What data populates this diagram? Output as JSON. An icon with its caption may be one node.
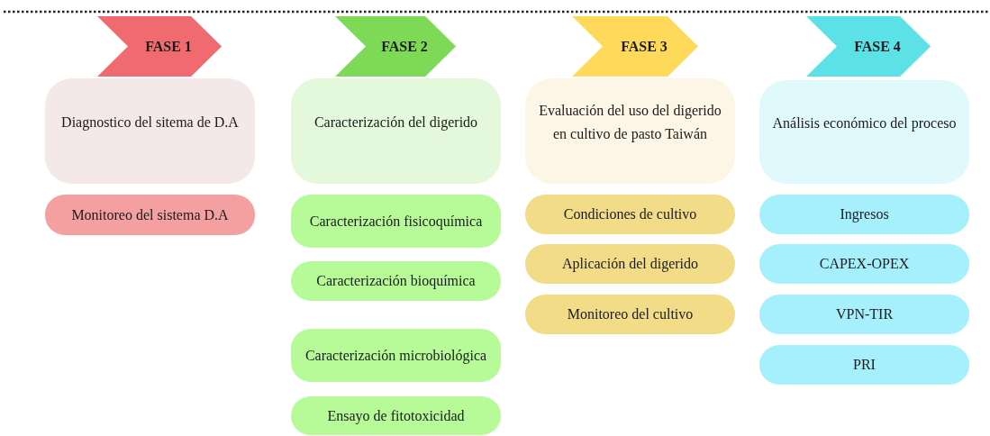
{
  "diagram": {
    "nodes": [
      {
        "text": [
          "FASE 1"
        ]
      },
      {
        "text": [
          "Diagnostico del sitema de D.A"
        ]
      },
      {
        "text": [
          "Monitoreo del sistema D.A"
        ]
      },
      {
        "text": [
          "FASE 2"
        ]
      },
      {
        "text": [
          "Caracterización del digerido"
        ]
      },
      {
        "text": [
          "Caracterización fisicoquímica"
        ]
      },
      {
        "text": [
          "Caracterización bioquímica"
        ]
      },
      {
        "text": [
          "Caracterización microbiológica"
        ]
      },
      {
        "text": [
          "Ensayo de fitotoxicidad"
        ]
      },
      {
        "text": [
          "FASE 3"
        ]
      },
      {
        "text": [
          "Evaluación del uso del digerido en cultivo de pasto Taiwán"
        ]
      },
      {
        "text": [
          "Condiciones de cultivo"
        ]
      },
      {
        "text": [
          "Aplicación del digerido"
        ]
      },
      {
        "text": [
          "Monitoreo del cultivo"
        ]
      },
      {
        "text": [
          "FASE 4"
        ]
      },
      {
        "text": [
          "Análisis económico del proceso"
        ]
      },
      {
        "text": [
          "Ingresos"
        ]
      },
      {
        "text": [
          "CAPEX-OPEX"
        ]
      },
      {
        "text": [
          "VPN-TIR"
        ]
      },
      {
        "text": [
          "PRI"
        ]
      }
    ]
  }
}
